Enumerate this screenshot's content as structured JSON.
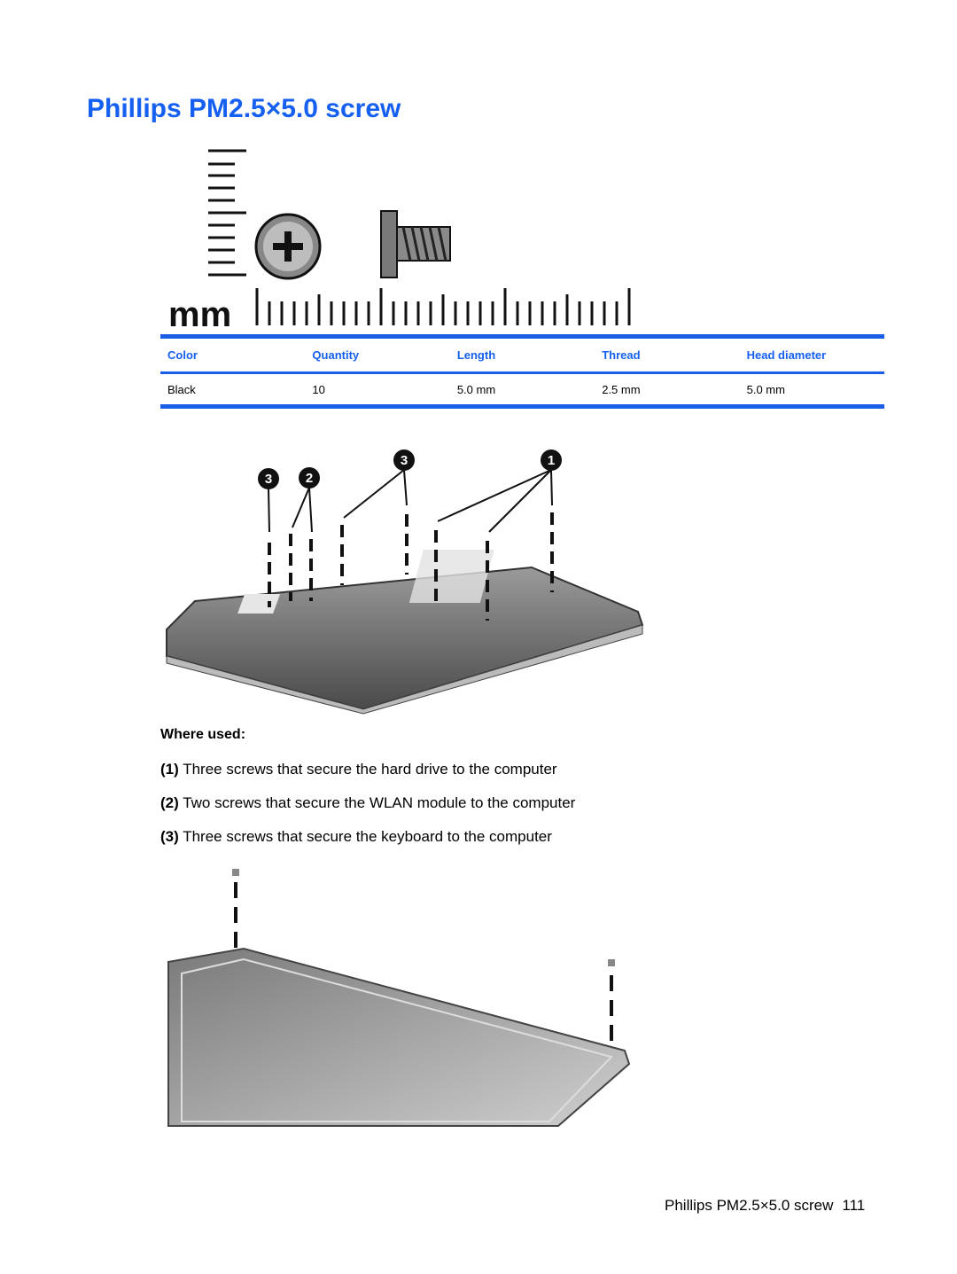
{
  "page": {
    "title": "Phillips PM2.5×5.0 screw"
  },
  "scale_figure": {
    "unit_label": "mm"
  },
  "spec_table": {
    "headers": [
      "Color",
      "Quantity",
      "Length",
      "Thread",
      "Head diameter"
    ],
    "rows": [
      [
        "Black",
        "10",
        "5.0 mm",
        "2.5 mm",
        "5.0 mm"
      ]
    ]
  },
  "callouts": {
    "one": "1",
    "two": "2",
    "three": "3"
  },
  "where_used": {
    "title": "Where used:",
    "items": [
      {
        "num": "(1)",
        "text": " Three screws that secure the hard drive to the computer"
      },
      {
        "num": "(2)",
        "text": " Two screws that secure the WLAN module to the computer"
      },
      {
        "num": "(3)",
        "text": " Three screws that secure the keyboard to the computer"
      }
    ]
  },
  "footer": {
    "title": "Phillips PM2.5×5.0 screw",
    "page_number": "111"
  },
  "colors": {
    "heading_blue": "#1560f0",
    "rule_blue": "#1a5ee8"
  }
}
